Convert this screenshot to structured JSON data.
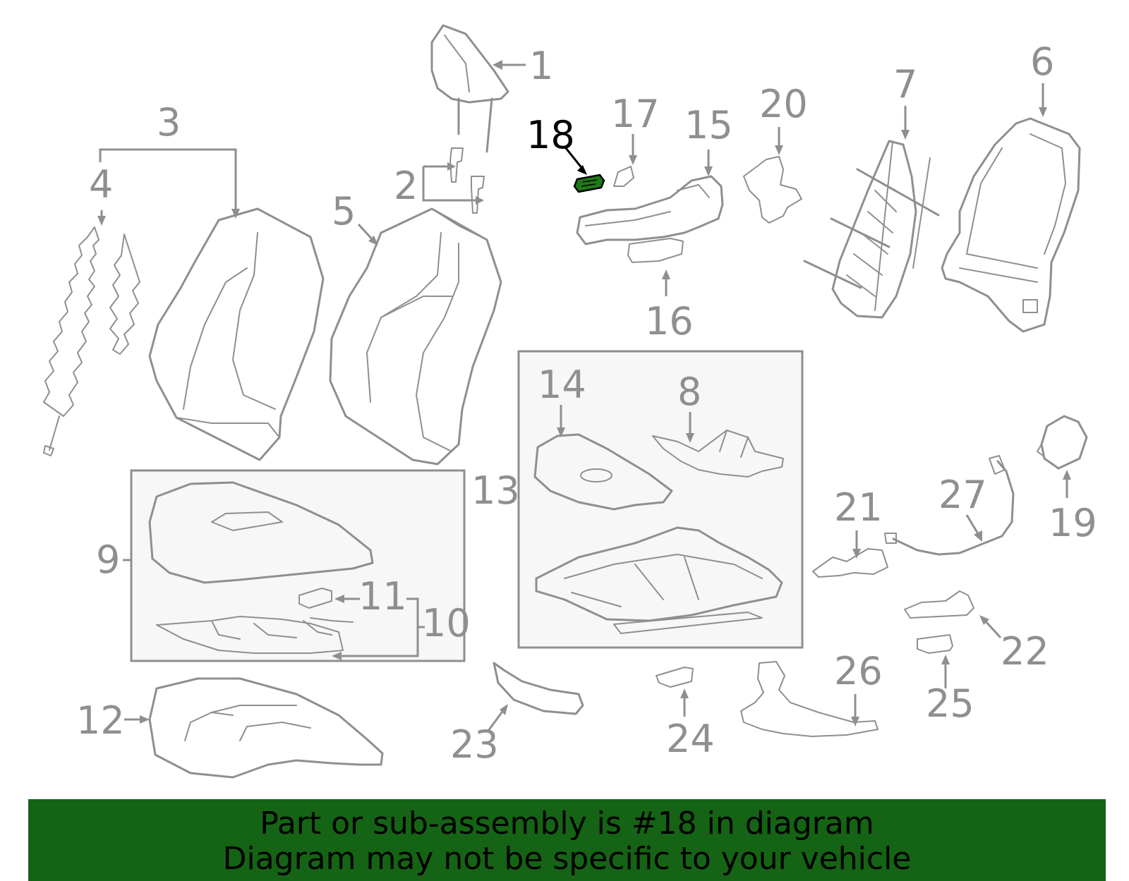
{
  "callouts": {
    "c1": "1",
    "c2": "2",
    "c3": "3",
    "c4": "4",
    "c5": "5",
    "c6": "6",
    "c7": "7",
    "c8": "8",
    "c9": "9",
    "c10": "10",
    "c11": "11",
    "c12": "12",
    "c13": "13",
    "c14": "14",
    "c15": "15",
    "c16": "16",
    "c17": "17",
    "c18": "18",
    "c19": "19",
    "c20": "20",
    "c21": "21",
    "c22": "22",
    "c23": "23",
    "c24": "24",
    "c25": "25",
    "c26": "26",
    "c27": "27"
  },
  "highlight": {
    "part": "18",
    "color": "#1e7a14"
  },
  "banner": {
    "line1": "Part or sub-assembly is #18 in diagram",
    "line2": "Diagram may not be specific to your vehicle",
    "background": "#156314"
  },
  "colors": {
    "line": "#8f8f8f",
    "box_fill": "#f7f7f7"
  }
}
